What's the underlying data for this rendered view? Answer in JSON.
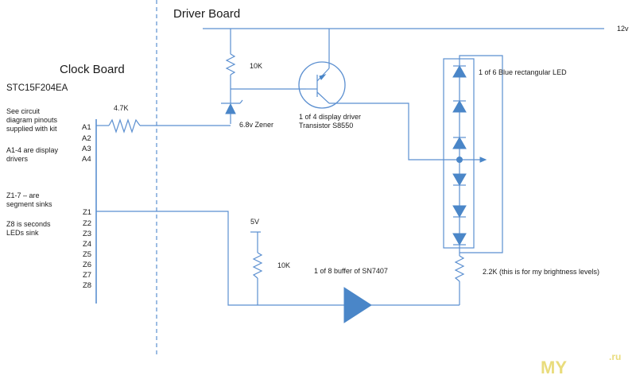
{
  "boards": {
    "driver_title": "Driver Board",
    "clock_title": "Clock Board"
  },
  "clock": {
    "chip": "STC15F204EA",
    "note1_line1": "See circuit",
    "note1_line2": "diagram pinouts",
    "note1_line3": "supplied with kit",
    "note2_line1": "A1-4 are display",
    "note2_line2": "drivers",
    "note3_line1": "Z1-7 – are",
    "note3_line2": "segment sinks",
    "note4_line1": "Z8 is seconds",
    "note4_line2": "LEDs sink",
    "pins_a": [
      "A1",
      "A2",
      "A3",
      "A4"
    ],
    "pins_z": [
      "Z1",
      "Z2",
      "Z3",
      "Z4",
      "Z5",
      "Z6",
      "Z7",
      "Z8"
    ]
  },
  "components": {
    "supply": "12v",
    "r_top": "10K",
    "r_a1": "4.7K",
    "zener": "6.8v Zener",
    "transistor_line1": "1 of 4 display driver",
    "transistor_line2": "Transistor S8550",
    "led": "1 of 6 Blue rectangular LED",
    "v5": "5V",
    "r_pullup": "10K",
    "buffer": "1 of 8 buffer of  SN7407",
    "r_bottom": "2.2K (this is for my brightness levels)"
  },
  "watermark": {
    "text": "MY",
    "suffix": ".ru"
  },
  "colors": {
    "wire": "#5b8fd0",
    "component_fill": "#4a86c8",
    "text": "#1a1a1a"
  }
}
